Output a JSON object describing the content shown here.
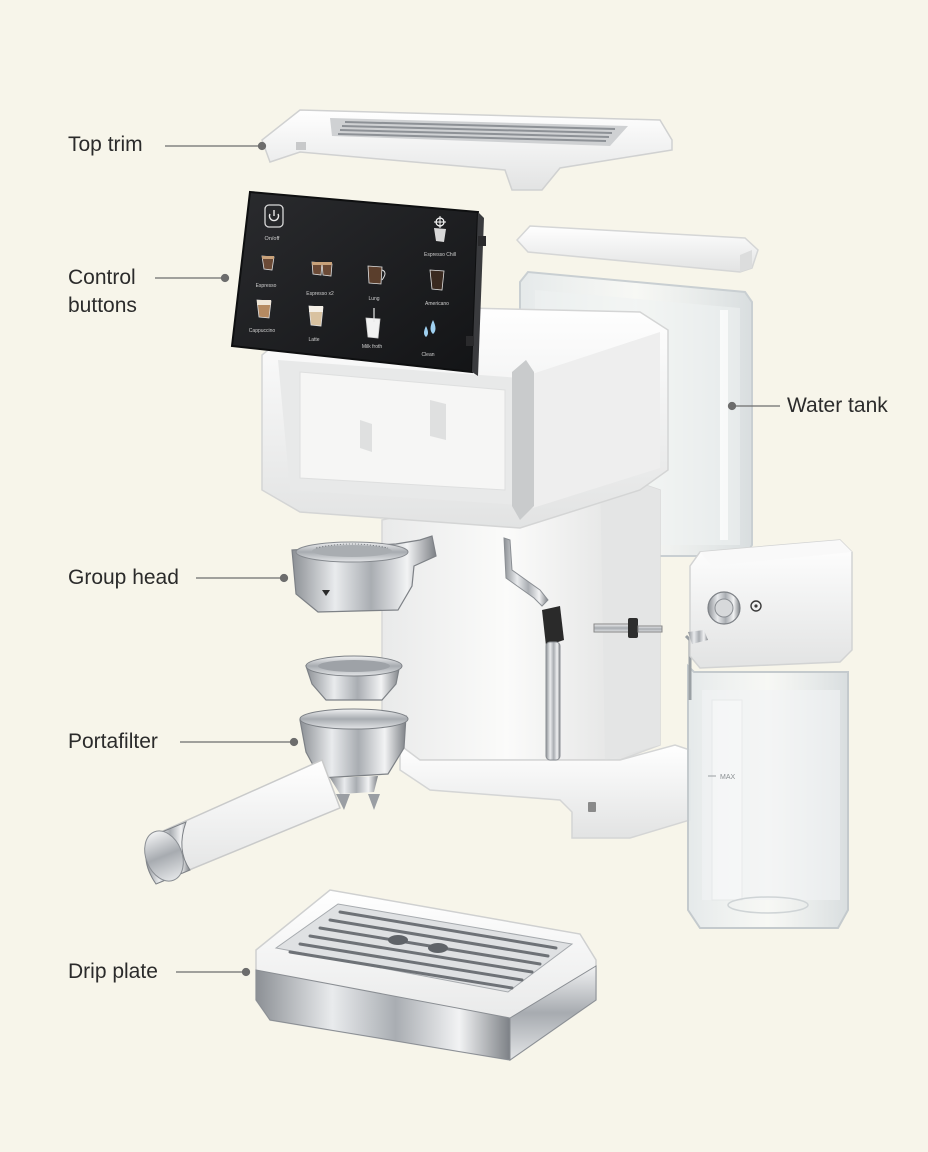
{
  "callouts": {
    "top_trim": "Top trim",
    "control_buttons_line1": "Control",
    "control_buttons_line2": "buttons",
    "water_tank": "Water tank",
    "group_head": "Group head",
    "portafilter": "Portafilter",
    "drip_plate": "Drip plate"
  },
  "panel_buttons": [
    {
      "label": "On/off",
      "icon": "power-icon"
    },
    {
      "label": "Espresso Chill",
      "icon": "snowflake-cup-icon"
    },
    {
      "label": "Espresso",
      "icon": "espresso-cup-icon"
    },
    {
      "label": "Espresso x2",
      "icon": "double-espresso-icon"
    },
    {
      "label": "Lung",
      "icon": "lungo-mug-icon"
    },
    {
      "label": "Americano",
      "icon": "americano-cup-icon"
    },
    {
      "label": "Cappuccino",
      "icon": "cappuccino-cup-icon"
    },
    {
      "label": "Latte",
      "icon": "latte-glass-icon"
    },
    {
      "label": "Milk froth",
      "icon": "milk-froth-icon"
    },
    {
      "label": "Clean",
      "icon": "water-drops-icon"
    }
  ],
  "milk_jug_scale": "MAX",
  "colors": {
    "background": "#f7f5ea",
    "body_white": "#f4f4f2",
    "panel_black": "#1b1c1e",
    "steel": "#b9bcc0",
    "leader": "#6d6d6d"
  }
}
